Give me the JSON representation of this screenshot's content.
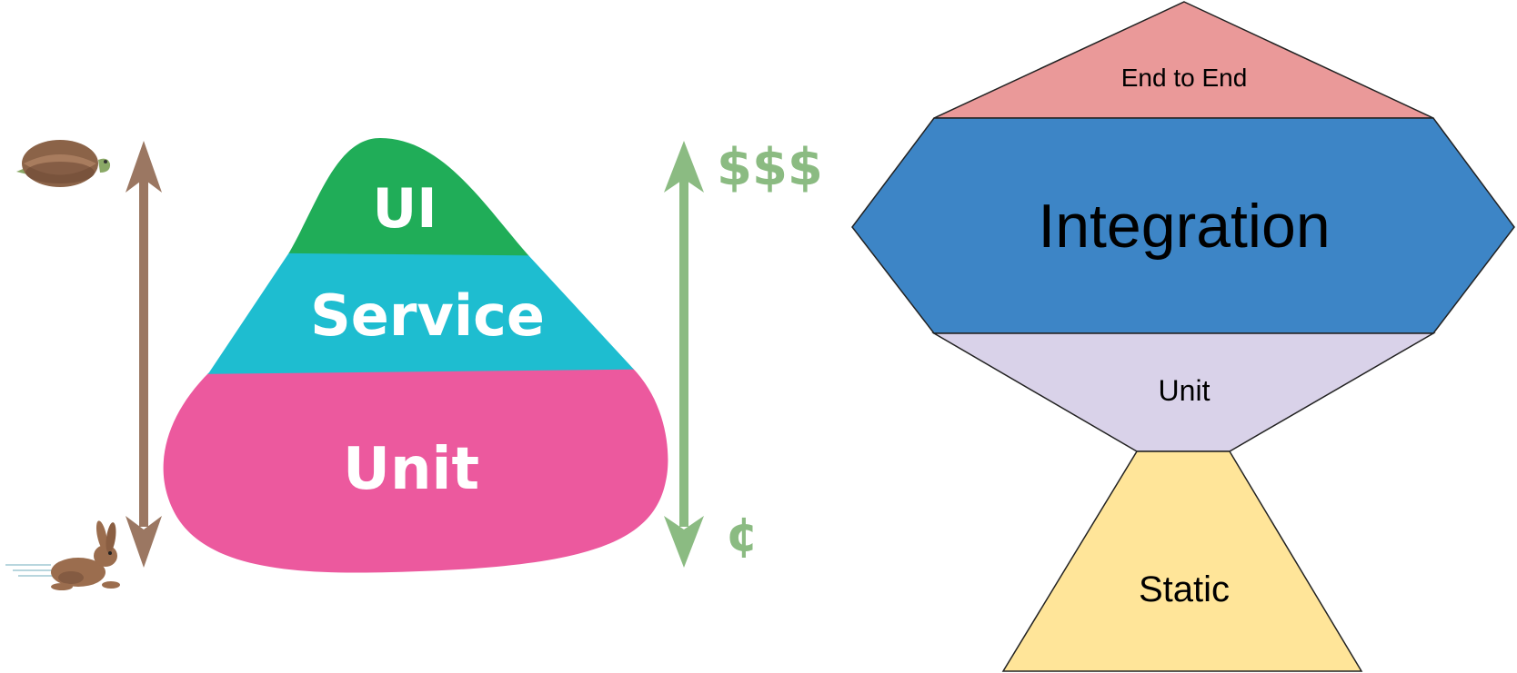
{
  "test_pyramid": {
    "layers": [
      {
        "label": "UI",
        "color": "#20ad58"
      },
      {
        "label": "Service",
        "color": "#1ebdd0"
      },
      {
        "label": "Unit",
        "color": "#ec599e"
      }
    ],
    "speed_axis": {
      "color": "#9b7762",
      "top_icon": "turtle-icon",
      "bottom_icon": "rabbit-icon"
    },
    "cost_axis": {
      "color": "#8bbb82",
      "top_label": "$$$",
      "bottom_label": "¢"
    }
  },
  "testing_trophy": {
    "layers": [
      {
        "label": "End to End",
        "color": "#ea9999"
      },
      {
        "label": "Integration",
        "color": "#3d85c6"
      },
      {
        "label": "Unit",
        "color": "#d9d2e9"
      },
      {
        "label": "Static",
        "color": "#ffe599"
      }
    ]
  }
}
